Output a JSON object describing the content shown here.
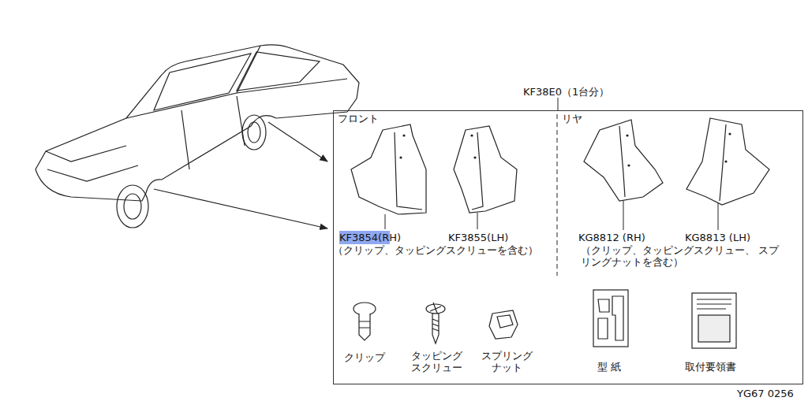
{
  "diagram": {
    "nodes": [
      {
        "text": [
          "KF38E0（1台分）"
        ]
      }
    ],
    "labels": [
      "フロント",
      "リヤ",
      "KF3854(RH)",
      "KF3855(LH)",
      "（クリップ、タッピングスクリューを含む）",
      "KG8812 (RH)",
      "KG8813 (LH)",
      "（クリップ、タッピングスクリュー、 スプリングナットを含む）",
      "クリップ",
      "タッピング スクリュー",
      "スプリング ナット",
      "型 紙",
      "取付要領書",
      "YG67 0256"
    ]
  }
}
